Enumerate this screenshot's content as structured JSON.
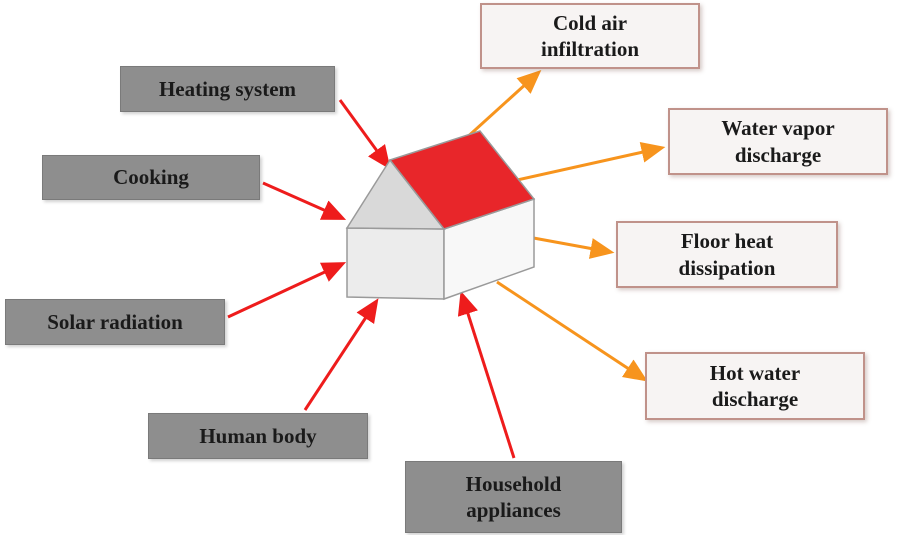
{
  "diagram": {
    "description": "House heat balance diagram: heat sources point into the house, heat losses point out",
    "sources": [
      {
        "label": "Heating system"
      },
      {
        "label": "Cooking"
      },
      {
        "label": "Solar radiation"
      },
      {
        "label": "Human body"
      },
      {
        "label": "Household\nappliances"
      }
    ],
    "losses": [
      {
        "label": "Cold air\ninfiltration"
      },
      {
        "label": "Water vapor\ndischarge"
      },
      {
        "label": "Floor heat\ndissipation"
      },
      {
        "label": "Hot water\ndischarge"
      }
    ],
    "center": {
      "label": "house"
    },
    "colors": {
      "source_box_bg": "#8e8e8e",
      "loss_box_bg": "#f7f4f3",
      "loss_box_border": "#c0928a",
      "source_arrow": "#ee1c1c",
      "loss_arrow": "#f7941d",
      "roof_red": "#e8262a",
      "wall_gray": "#ececec"
    }
  }
}
